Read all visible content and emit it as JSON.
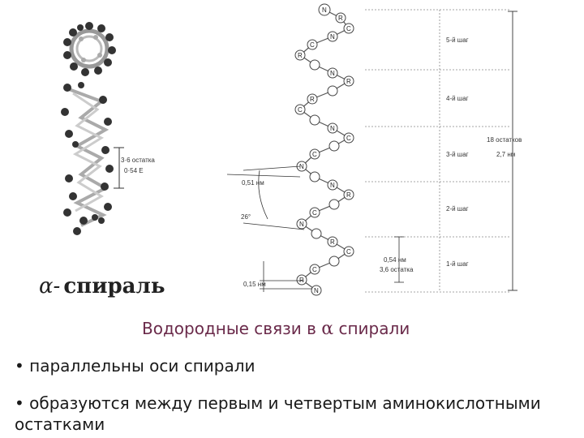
{
  "left_model": {
    "bracket_label_1": "3·6 остатка",
    "bracket_label_2": "0·54 Е"
  },
  "alpha_title": {
    "greek": "α-",
    "word": "спираль"
  },
  "right_diagram": {
    "steps": [
      "5-й шаг",
      "4-й шаг",
      "3-й шаг",
      "2-й шаг",
      "1-й шаг"
    ],
    "total_label_1": "18 остатков",
    "total_label_2": "2,7 нм",
    "angle_label": "0,51 нм",
    "degree_label": "26°",
    "pitch_label_1": "0,54 нм",
    "pitch_label_2": "3,6 остатка",
    "rise_label": "0,15 нм",
    "atom_N": "N",
    "atom_C": "C",
    "atom_R": "R"
  },
  "caption": {
    "prefix": "Водородные связи в ",
    "greek": "α",
    "suffix": " спирали"
  },
  "bullets": [
    "• параллельны оси спирали",
    "• образуются между  первым и  четвертым аминокислотными остатками"
  ]
}
